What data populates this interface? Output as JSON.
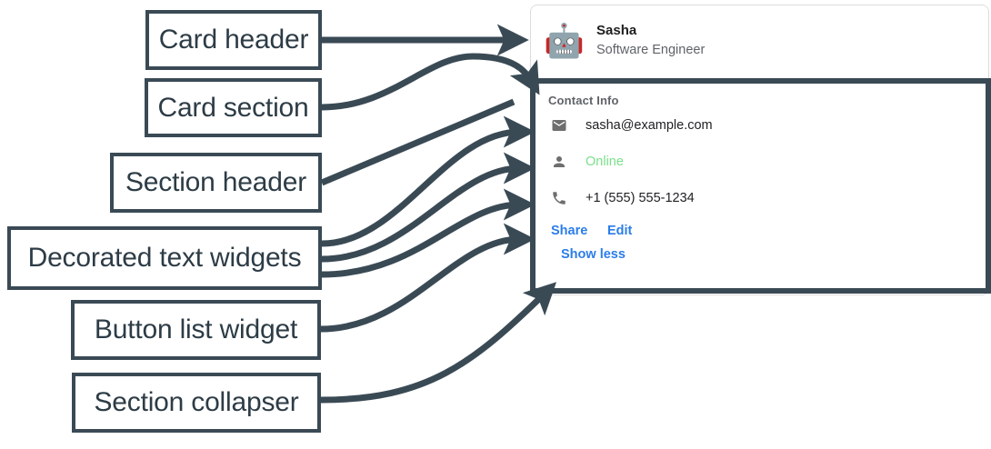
{
  "annotations": {
    "boxes": [
      {
        "id": "card-header",
        "label": "Card header"
      },
      {
        "id": "card-section",
        "label": "Card section"
      },
      {
        "id": "section-header",
        "label": "Section header"
      },
      {
        "id": "decorated",
        "label": "Decorated text widgets"
      },
      {
        "id": "button-list",
        "label": "Button list widget"
      },
      {
        "id": "collapser",
        "label": "Section collapser"
      }
    ],
    "arrow_color": "#3a4a55",
    "box_border_color": "#3a4a55",
    "text_color": "#2d3c46"
  },
  "card": {
    "header": {
      "avatar_icon": "robot-face-icon",
      "avatar_glyph": "🤖",
      "title": "Sasha",
      "subtitle": "Software Engineer"
    },
    "section": {
      "header": "Contact Info",
      "rows": [
        {
          "icon": "email-icon",
          "text": "sasha@example.com",
          "color": "#202124"
        },
        {
          "icon": "person-icon",
          "text": "Online",
          "color": "#7ae08a"
        },
        {
          "icon": "phone-icon",
          "text": "+1 (555) 555-1234",
          "color": "#202124"
        }
      ],
      "buttons": [
        {
          "label": "Share"
        },
        {
          "label": "Edit"
        }
      ],
      "collapser": "Show less"
    },
    "accent_link_color": "#2b7de9",
    "muted_text_color": "#5f6368",
    "border_color": "#dcdcdc"
  }
}
